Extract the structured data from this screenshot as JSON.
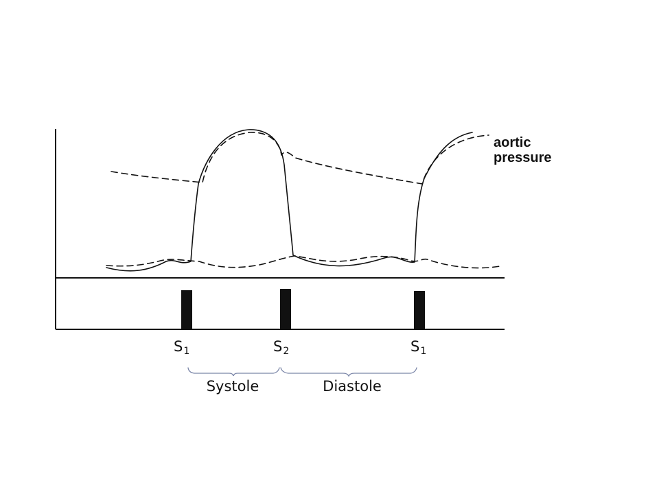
{
  "diagram": {
    "annotation": {
      "line1": "aortic",
      "line2": "pressure"
    },
    "sounds": [
      {
        "letter": "S",
        "subscript": "1"
      },
      {
        "letter": "S",
        "subscript": "2"
      },
      {
        "letter": "S",
        "subscript": "1"
      }
    ],
    "phases": [
      {
        "label": "Systole"
      },
      {
        "label": "Diastole"
      }
    ],
    "colors": {
      "ink": "#111111",
      "bracket": "#7b86a8",
      "background": "#ffffff"
    }
  }
}
